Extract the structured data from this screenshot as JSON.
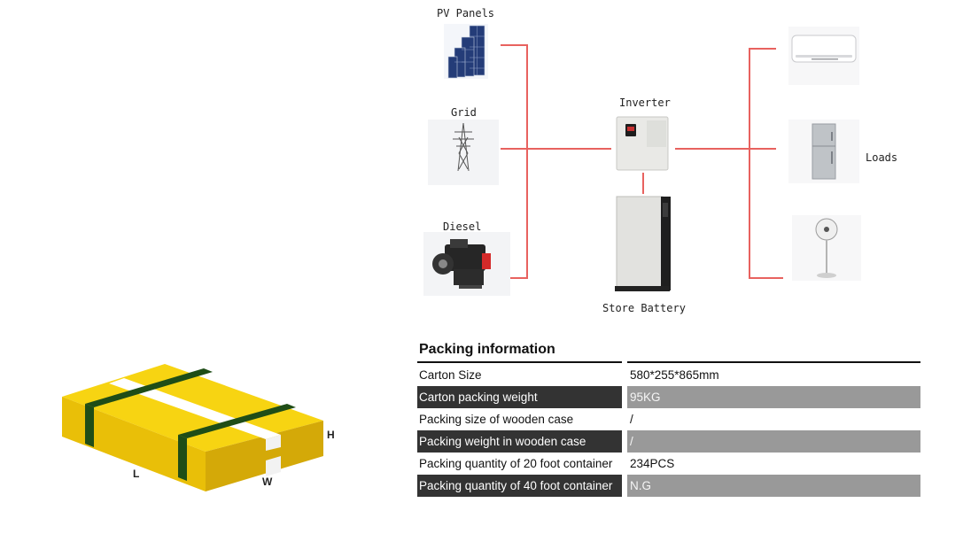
{
  "diagram": {
    "pv_label": "PV Panels",
    "grid_label": "Grid",
    "diesel_label": "Diesel",
    "inverter_label": "Inverter",
    "battery_label": "Store Battery",
    "loads_label": "Loads",
    "wire_color": "#e8625f",
    "icons": [
      "solar-panels-icon",
      "power-tower-icon",
      "diesel-generator-icon",
      "inverter-icon",
      "battery-cabinet-icon",
      "air-conditioner-icon",
      "refrigerator-icon",
      "electric-fan-icon"
    ]
  },
  "carton": {
    "dim_l": "L",
    "dim_w": "W",
    "dim_h": "H",
    "box_color": "#f2cc0d",
    "strap_color": "#1f4d17"
  },
  "packing": {
    "title": "Packing information",
    "rows": [
      {
        "label": "Carton Size",
        "value": "580*255*865mm",
        "shaded": false
      },
      {
        "label": "Carton packing weight",
        "value": "95KG",
        "shaded": true
      },
      {
        "label": "Packing size of wooden case",
        "value": "/",
        "shaded": false
      },
      {
        "label": "Packing weight in wooden case",
        "value": "/",
        "shaded": true
      },
      {
        "label": "Packing quantity of 20 foot container",
        "value": "234PCS",
        "shaded": false
      },
      {
        "label": "Packing quantity of 40 foot container",
        "value": "N.G",
        "shaded": true
      }
    ]
  }
}
